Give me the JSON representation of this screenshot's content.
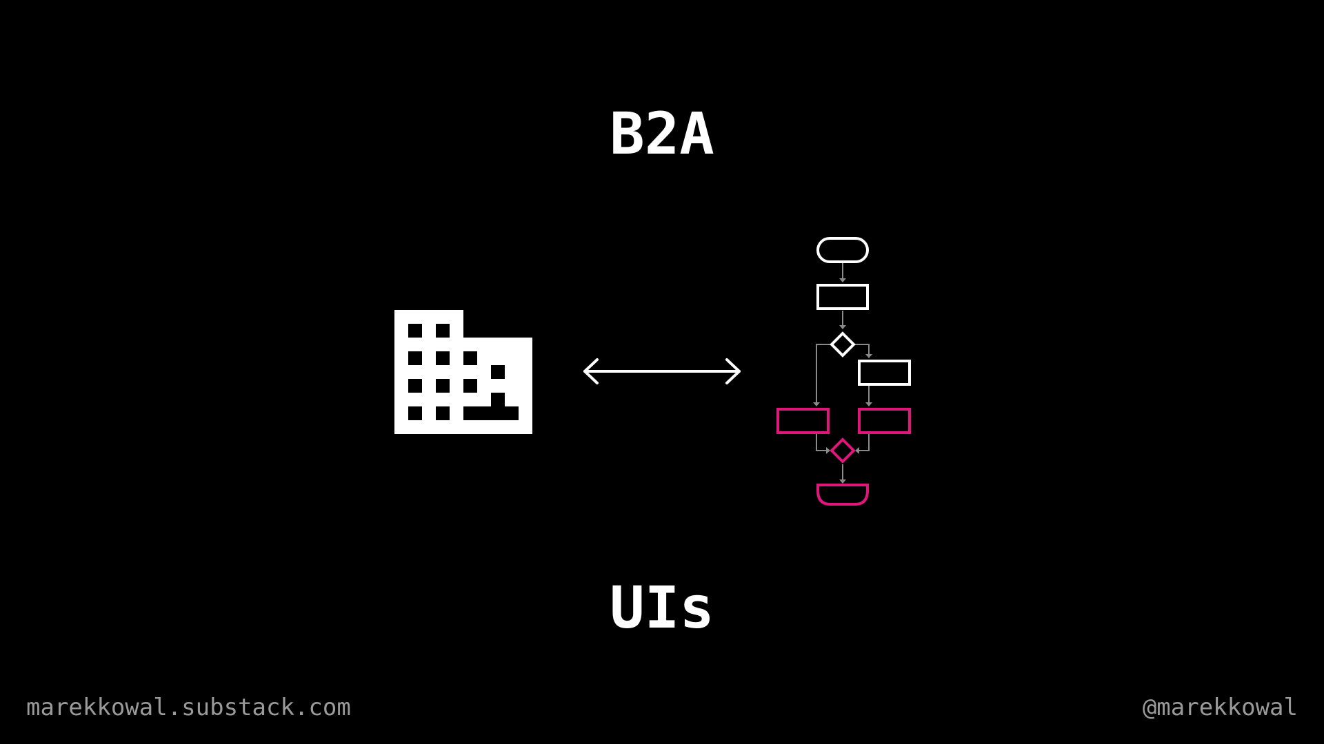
{
  "title_top": "B2A",
  "title_bottom": "UIs",
  "footer": {
    "website": "marekkowal.substack.com",
    "handle": "@marekkowal"
  },
  "icons": {
    "left": "office-building-icon",
    "middle": "double-arrow-icon",
    "right": "flowchart-icon"
  },
  "colors": {
    "background": "#000000",
    "foreground": "#ffffff",
    "accent": "#e0177a",
    "connector": "#8a8a8a",
    "footer_text": "#9a9a9a"
  }
}
